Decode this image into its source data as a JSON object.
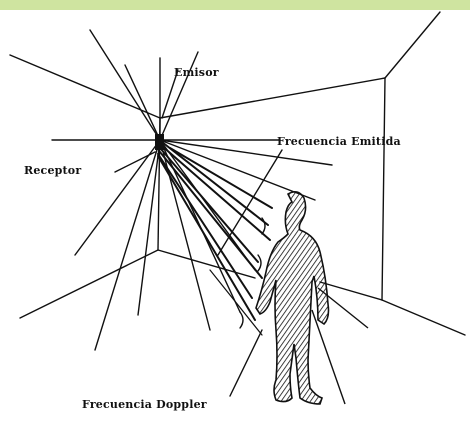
{
  "diagram": {
    "labels": {
      "emisor": "Emisor",
      "receptor": "Receptor",
      "frecuencia_emitida": "Frecuencia Emitida",
      "frecuencia_doppler": "Frecuencia Doppler"
    },
    "colors": {
      "band": "#cfe4a0",
      "ink": "#111111",
      "background": "#ffffff"
    }
  }
}
